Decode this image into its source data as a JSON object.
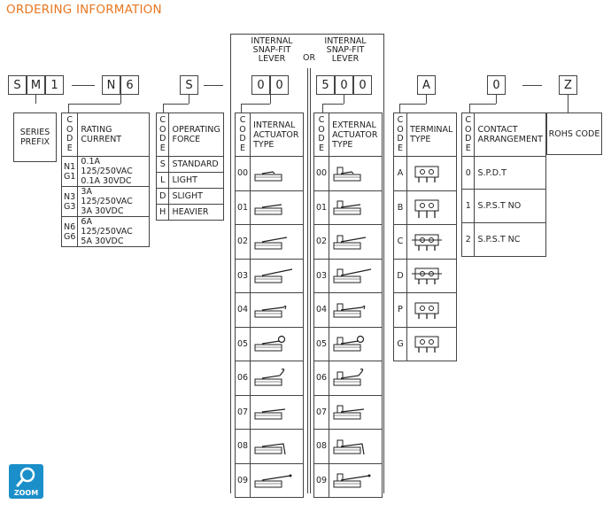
{
  "title": "ORDERING INFORMATION",
  "part_codes": [
    "S",
    "M",
    "1",
    "N",
    "6",
    "S",
    "0",
    "0",
    "5",
    "0",
    "0",
    "A",
    "0",
    "Z"
  ],
  "or_label": "OR",
  "top_labels": {
    "internal_lever": [
      "INTERNAL",
      "SNAP-FIT",
      "LEVER"
    ],
    "external_lever": [
      "INTERNAL",
      "SNAP-FIT",
      "LEVER"
    ]
  },
  "series": {
    "title": [
      "SERIES",
      "PREFIX"
    ]
  },
  "code_letters": [
    "C",
    "O",
    "D",
    "E"
  ],
  "rating": {
    "header": [
      "RATING",
      "CURRENT"
    ],
    "rows": [
      {
        "codes": [
          "N1",
          "G1"
        ],
        "values": [
          "0.1A 125/250VAC",
          "0.1A 30VDC"
        ]
      },
      {
        "codes": [
          "N3",
          "G3"
        ],
        "values": [
          "3A 125/250VAC",
          "3A 30VDC"
        ]
      },
      {
        "codes": [
          "N6",
          "G6"
        ],
        "values": [
          "6A 125/250VAC",
          "5A 30VDC"
        ]
      }
    ]
  },
  "force": {
    "header": [
      "OPERATING",
      "FORCE"
    ],
    "rows": [
      {
        "code": "S",
        "value": "STANDARD"
      },
      {
        "code": "L",
        "value": "LIGHT"
      },
      {
        "code": "D",
        "value": "SLIGHT"
      },
      {
        "code": "H",
        "value": "HEAVIER"
      }
    ]
  },
  "internal_actuator": {
    "header": [
      "INTERNAL",
      "ACTUATOR",
      "TYPE"
    ],
    "codes": [
      "00",
      "01",
      "02",
      "03",
      "04",
      "05",
      "06",
      "07",
      "08",
      "09"
    ]
  },
  "external_actuator": {
    "header": [
      "EXTERNAL",
      "ACTUATOR",
      "TYPE"
    ],
    "codes": [
      "00",
      "01",
      "02",
      "03",
      "04",
      "05",
      "06",
      "07",
      "08",
      "09"
    ]
  },
  "terminal": {
    "header": [
      "TERMINAL",
      "TYPE"
    ],
    "codes": [
      "A",
      "B",
      "C",
      "D",
      "P",
      "G"
    ]
  },
  "contact": {
    "header": [
      "CONTACT",
      "ARRANGEMENT"
    ],
    "rows": [
      {
        "code": "0",
        "value": "S.P.D.T"
      },
      {
        "code": "1",
        "value": "S.P.S.T NO"
      },
      {
        "code": "2",
        "value": "S.P.S.T NC"
      }
    ]
  },
  "rohs": {
    "label": "ROHS CODE"
  },
  "zoom": {
    "label": "ZOOM"
  },
  "colors": {
    "title": "#e87722",
    "zoom": "#1b8fc9",
    "line": "#444444"
  }
}
